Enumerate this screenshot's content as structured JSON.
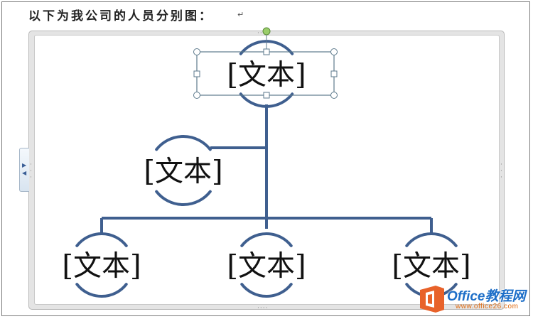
{
  "document": {
    "heading": "以下为我公司的人员分别图：",
    "paragraph_mark": "↵"
  },
  "smartart": {
    "nodes": [
      {
        "id": "top",
        "text": "[文本]",
        "selected": true
      },
      {
        "id": "assistant",
        "text": "[文本]"
      },
      {
        "id": "sub-left",
        "text": "[文本]"
      },
      {
        "id": "sub-middle",
        "text": "[文本]"
      },
      {
        "id": "sub-right",
        "text": "[文本]"
      }
    ],
    "line_color": "#3f5f8f",
    "selection_color": "#5d7a8c"
  },
  "watermark": {
    "brand": "Office教程网",
    "url": "www.office26.com"
  }
}
